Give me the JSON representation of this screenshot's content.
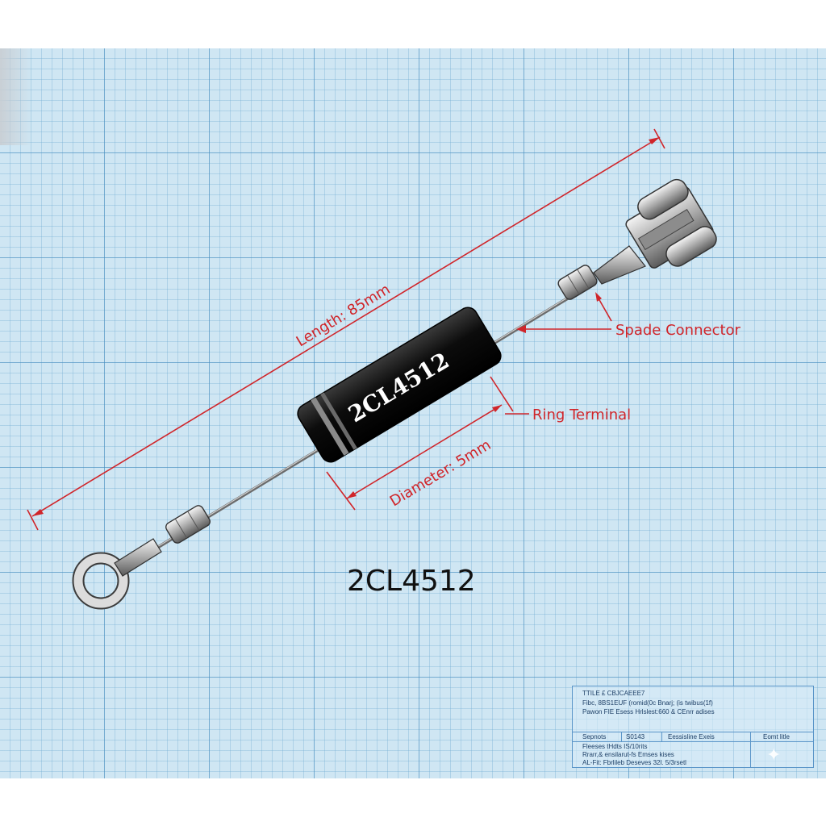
{
  "part": {
    "body_label": "2CL4512",
    "title": "2CL4512"
  },
  "dimensions": {
    "length": "Length: 85mm",
    "diameter": "Diameter: 5mm"
  },
  "callouts": {
    "spade": "Spade Connector",
    "ring": "Ring Terminal"
  },
  "colors": {
    "dimension_red": "#d0252a",
    "grid_background": "#cfe6f3",
    "diode_body": "#111111"
  },
  "title_block": {
    "line1": "TTILE £ CBJCAEEE7",
    "line2": "Fibc, 8BS1EUF (romid(0c Bnarj; (is twibus(1f)",
    "line3": "Pawon FIE Esess Hrlslest:660 & CEnrr adises",
    "cells": [
      "Sepnots",
      "S0143",
      "Eessisline Exeis",
      "Eomt litle"
    ],
    "line4": "Fleeses  tHdts IS/10rits",
    "line5": "Rrarr,& ensilarut-fs Emses kises",
    "line6": "AL-Fit: Fbrlileb Deseves 32l. 5/3rsetl"
  }
}
